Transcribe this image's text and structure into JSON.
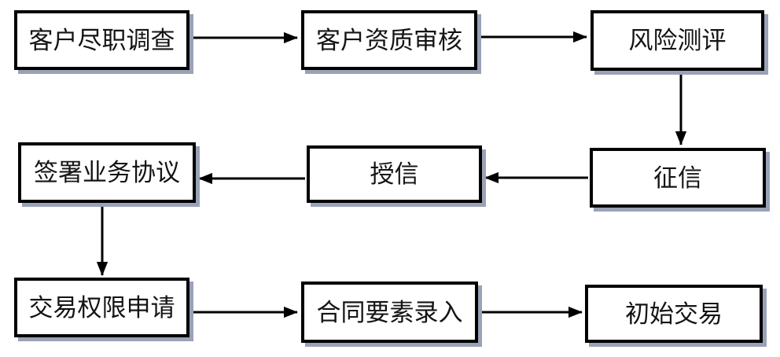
{
  "flowchart": {
    "nodes": [
      {
        "id": "customer-due-diligence",
        "label": "客户尽职调查"
      },
      {
        "id": "customer-qualification-review",
        "label": "客户资质审核"
      },
      {
        "id": "risk-assessment",
        "label": "风险测评"
      },
      {
        "id": "credit-investigation",
        "label": "征信"
      },
      {
        "id": "credit-granting",
        "label": "授信"
      },
      {
        "id": "sign-business-agreement",
        "label": "签署业务协议"
      },
      {
        "id": "trading-permission-application",
        "label": "交易权限申请"
      },
      {
        "id": "contract-elements-entry",
        "label": "合同要素录入"
      },
      {
        "id": "initial-trade",
        "label": "初始交易"
      }
    ],
    "edges": [
      {
        "from": "客户尽职调查",
        "to": "客户资质审核"
      },
      {
        "from": "客户资质审核",
        "to": "风险测评"
      },
      {
        "from": "风险测评",
        "to": "征信"
      },
      {
        "from": "征信",
        "to": "授信"
      },
      {
        "from": "授信",
        "to": "签署业务协议"
      },
      {
        "from": "签署业务协议",
        "to": "交易权限申请"
      },
      {
        "from": "交易权限申请",
        "to": "合同要素录入"
      },
      {
        "from": "合同要素录入",
        "to": "初始交易"
      }
    ]
  },
  "colors": {
    "background": "#ffffff",
    "border": "#000000",
    "text": "#141414",
    "arrow": "#000000",
    "shadow": "#9aa2b6"
  }
}
